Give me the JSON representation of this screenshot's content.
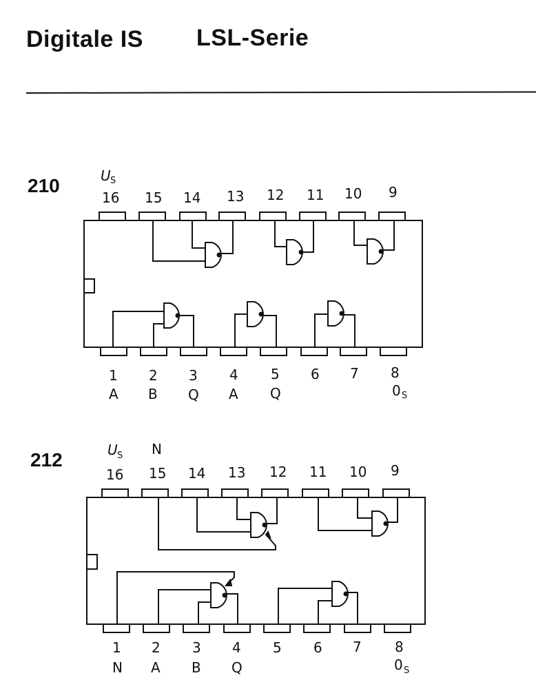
{
  "header": {
    "title_left": "Digitale IS",
    "title_right": "LSL-Serie"
  },
  "chips": [
    {
      "id": "210",
      "label": "210",
      "top_pins": [
        "16",
        "15",
        "14",
        "13",
        "12",
        "11",
        "10",
        "9"
      ],
      "bottom_pins": [
        "1",
        "2",
        "3",
        "4",
        "5",
        "6",
        "7",
        "8"
      ],
      "top_signals": {
        "16": "U",
        "16_sub": "S"
      },
      "bottom_signals": [
        "A",
        "B",
        "Q",
        "A",
        "Q",
        "",
        "",
        "0"
      ],
      "bottom_signal_sub_8": "S"
    },
    {
      "id": "212",
      "label": "212",
      "top_pins": [
        "16",
        "15",
        "14",
        "13",
        "12",
        "11",
        "10",
        "9"
      ],
      "bottom_pins": [
        "1",
        "2",
        "3",
        "4",
        "5",
        "6",
        "7",
        "8"
      ],
      "top_signals": {
        "16": "U",
        "16_sub": "S",
        "15": "N"
      },
      "bottom_signals": [
        "N",
        "A",
        "B",
        "Q",
        "",
        "",
        "",
        "0"
      ],
      "bottom_signal_sub_8": "S"
    }
  ]
}
